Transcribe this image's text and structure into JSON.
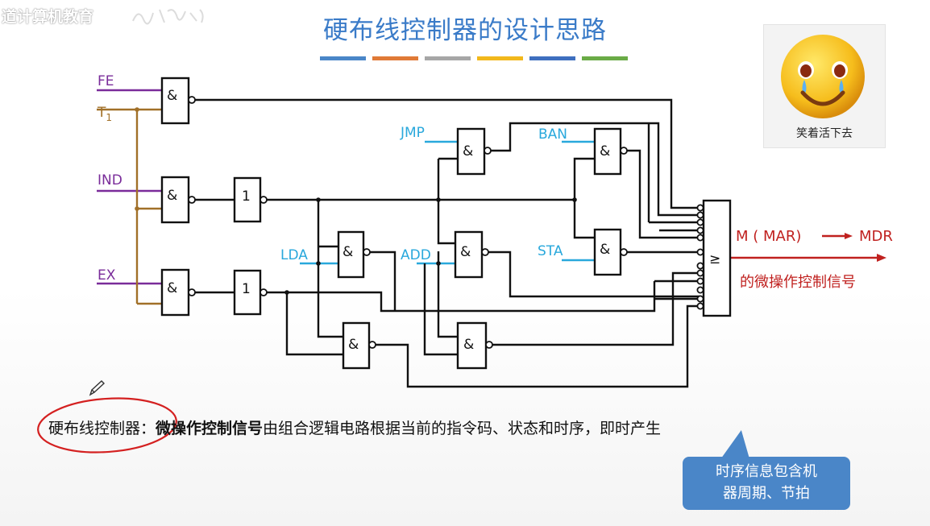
{
  "watermark": "道计算机教育",
  "title": "硬布线控制器的设计思路",
  "title_bar_colors": [
    "#4a86c8",
    "#e07a37",
    "#a6a6a6",
    "#f2b81b",
    "#3e6fbf",
    "#6aab46"
  ],
  "emoji": {
    "icon": "crying-laughing-face-icon",
    "caption": "笑着活下去"
  },
  "inputs": {
    "fe": "FE",
    "t1": "T",
    "t1_sub": "1",
    "ind": "IND",
    "ex": "EX"
  },
  "conditions": {
    "jmp": "JMP",
    "ban": "BAN",
    "lda": "LDA",
    "add": "ADD",
    "sta": "STA"
  },
  "gate_symbols": {
    "and": "&",
    "not": "1",
    "or": "≥"
  },
  "output": {
    "line1": "M ( MAR)",
    "mdr": "MDR",
    "line2": "的微操作控制信号"
  },
  "description": {
    "term": "硬布线控制器",
    "colon": "：",
    "bold": "微操作控制信号",
    "rest": "由组合逻辑电路根据当前的指令码、状态和时序，即时产生"
  },
  "callout": {
    "line1": "时序信息包含机",
    "line2": "器周期、节拍"
  },
  "colors": {
    "title": "#3a7bc8",
    "input_wire": "#7a2c9a",
    "clock_wire": "#a17028",
    "condition": "#29a8dc",
    "output_label": "#c0211f",
    "callout_bg": "#4a86c8"
  }
}
